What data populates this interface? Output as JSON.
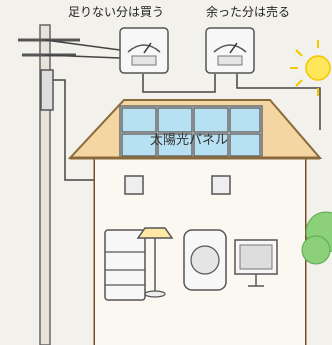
{
  "labels": {
    "buy": "足りない分は買う",
    "sell": "余った分は売る",
    "panel": "太陽光パネル"
  },
  "colors": {
    "background": "#f3f1ec",
    "roof": "#f4d6a3",
    "roof_outline": "#8a6a3a",
    "house_wall": "#fbf7f1",
    "house_outline": "#7a4e2a",
    "panel": "#b7e1f2",
    "panel_frame": "#6b6b6b",
    "meter_body": "#f7f7f7",
    "sun": "#ffe65a",
    "tree": "#8cd07a"
  },
  "icons": [
    "utility-pole-icon",
    "meter-icon",
    "sun-icon",
    "solar-panel-icon",
    "refrigerator-icon",
    "lamp-icon",
    "washing-machine-icon",
    "monitor-icon",
    "tree-icon"
  ]
}
